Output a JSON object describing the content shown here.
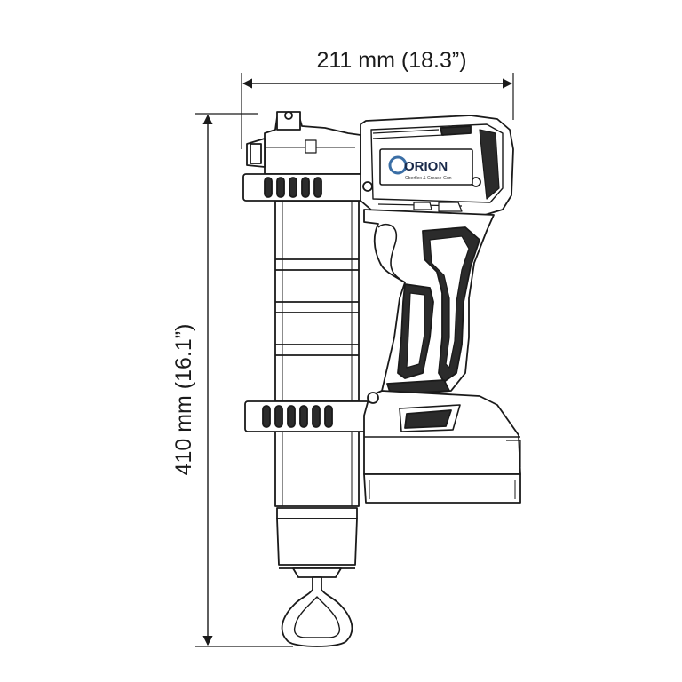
{
  "dimensions": {
    "width_label": "211 mm (18.3”)",
    "height_label": "410 mm (16.1”)"
  },
  "logo": {
    "brand": "ORION",
    "tagline": "Oberflex & Grease-Gun",
    "badge": "ORION"
  },
  "colors": {
    "line": "#1a1a1a",
    "body_fill": "#ffffff",
    "dark_fill": "#2b2b2b",
    "logo_blue": "#3a6ea5"
  },
  "icons": [
    "dimension-arrow-icon",
    "grease-gun-drawing",
    "brand-logo-icon"
  ]
}
